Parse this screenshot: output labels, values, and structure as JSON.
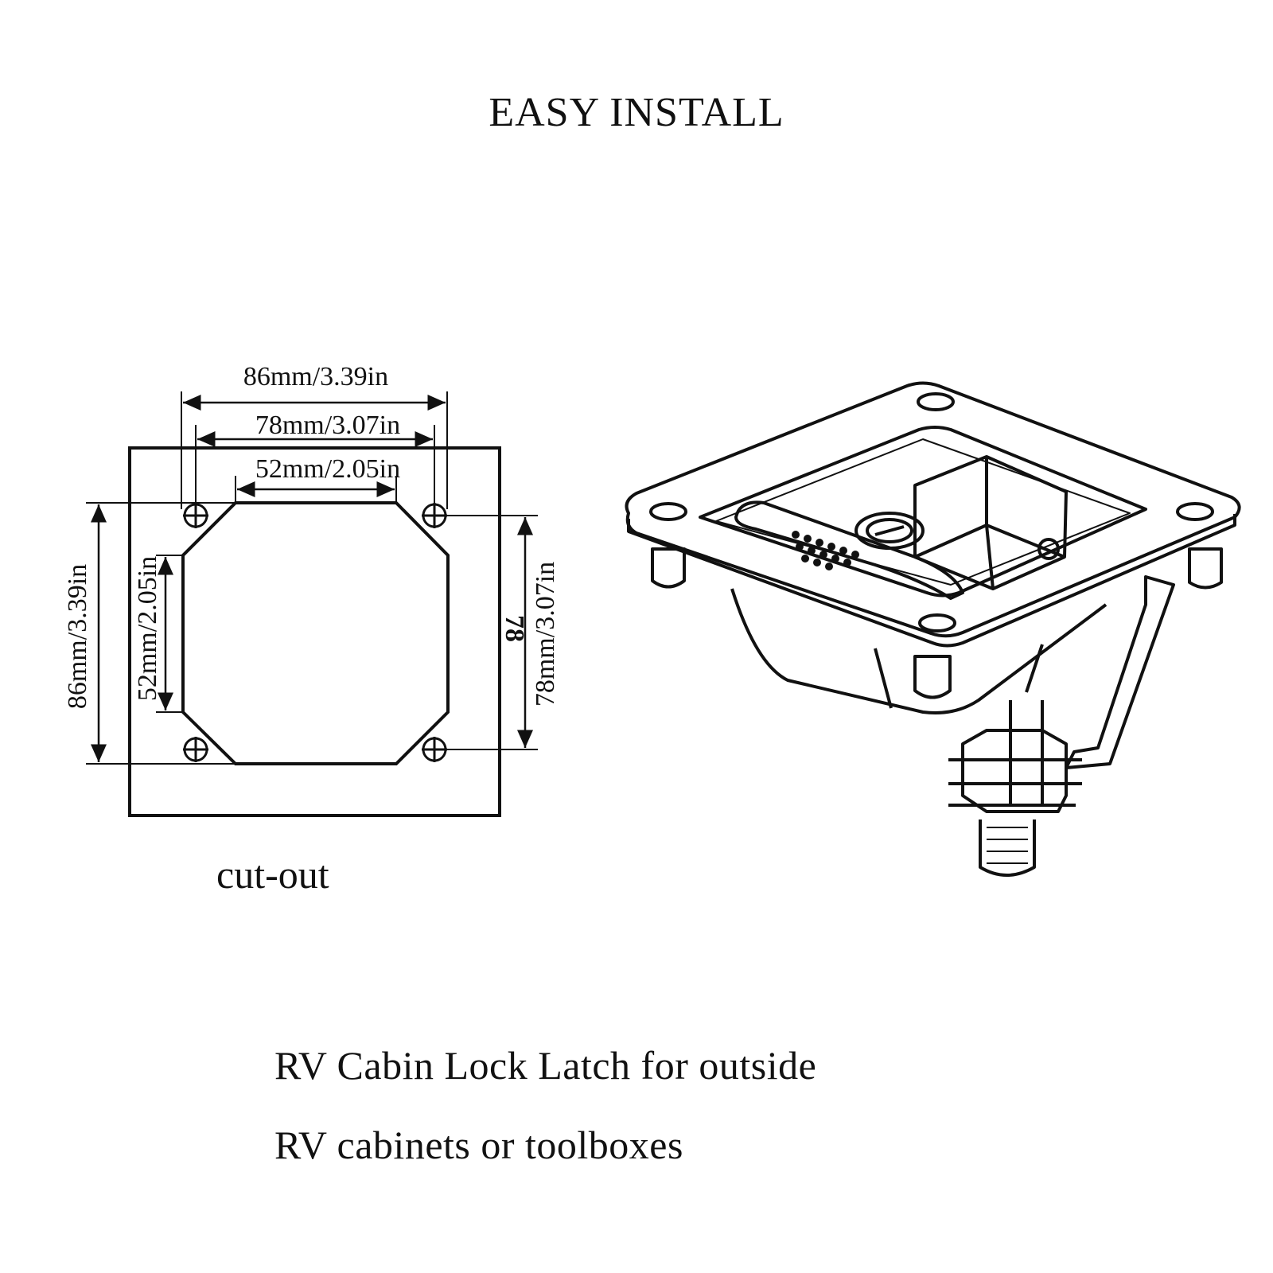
{
  "title": "EASY INSTALL",
  "cutout": {
    "caption": "cut-out",
    "dim_top_outer": "86mm/3.39in",
    "dim_top_middle": "78mm/3.07in",
    "dim_top_inner": "52mm/2.05in",
    "dim_left_outer": "86mm/3.39in",
    "dim_left_inner": "52mm/2.05in",
    "dim_right": "78mm/3.07in",
    "dim_right_small": "78"
  },
  "description": {
    "line1": "RV Cabin Lock Latch for outside",
    "line2": "RV cabinets or toolboxes"
  }
}
